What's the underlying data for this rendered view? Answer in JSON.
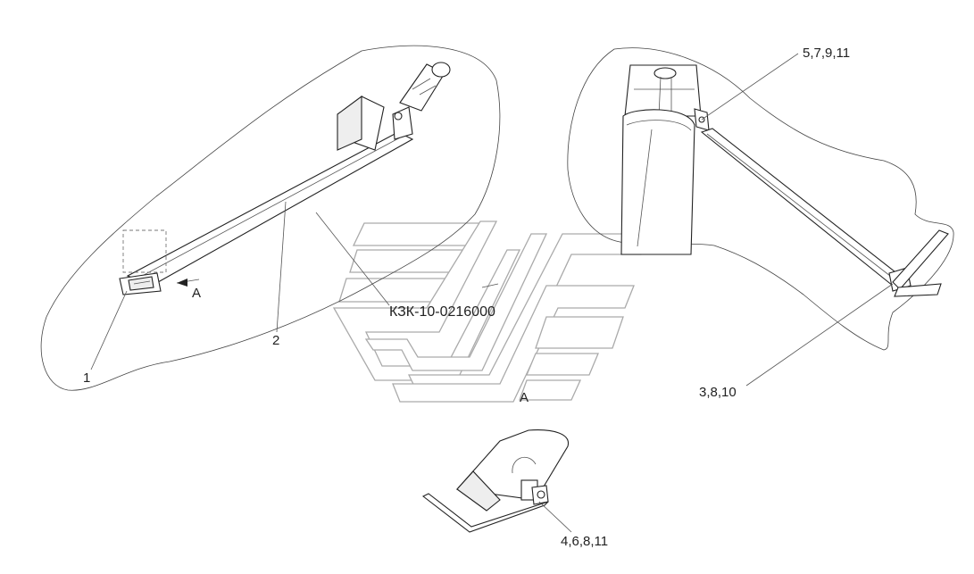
{
  "document": {
    "number": "КЗК-10-0216000"
  },
  "callouts": {
    "c1": "1",
    "c2": "2",
    "c3": "3,8,10",
    "c4": "4,6,8,11",
    "c5": "5,7,9,11"
  },
  "view_marks": {
    "arrow_label": "A",
    "view_label": "A"
  }
}
